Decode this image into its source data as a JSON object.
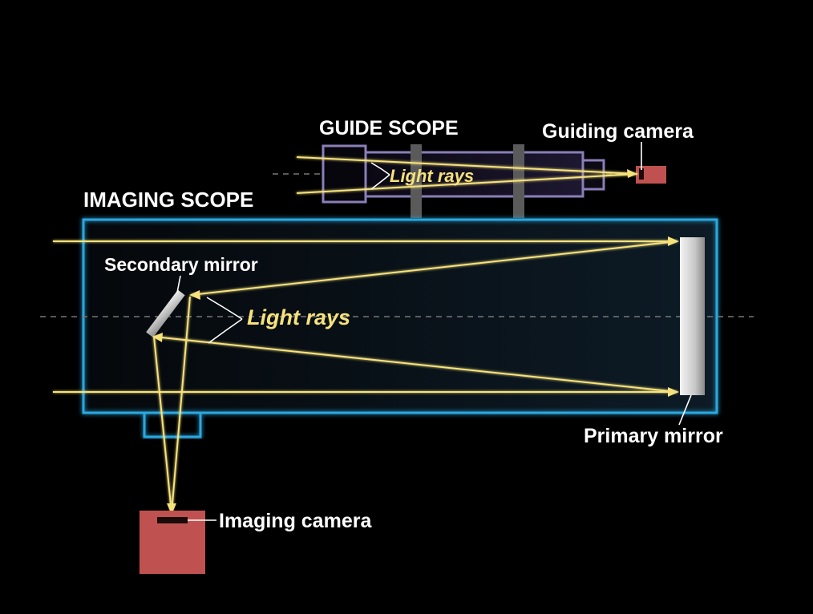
{
  "labels": {
    "guide_scope": "GUIDE SCOPE",
    "guiding_camera": "Guiding camera",
    "guide_light_rays": "Light rays",
    "imaging_scope": "IMAGING SCOPE",
    "secondary_mirror": "Secondary mirror",
    "main_light_rays": "Light rays",
    "primary_mirror": "Primary mirror",
    "imaging_camera": "Imaging camera"
  },
  "colors": {
    "background": "#000000",
    "imaging_tube": "#29a8e0",
    "guide_tube": "#8a7fb8",
    "light_ray": "#f6e27c",
    "camera": "#bf5250",
    "mount": "#5a5a5a",
    "label": "#ffffff",
    "ray_label": "#f6e27c"
  }
}
